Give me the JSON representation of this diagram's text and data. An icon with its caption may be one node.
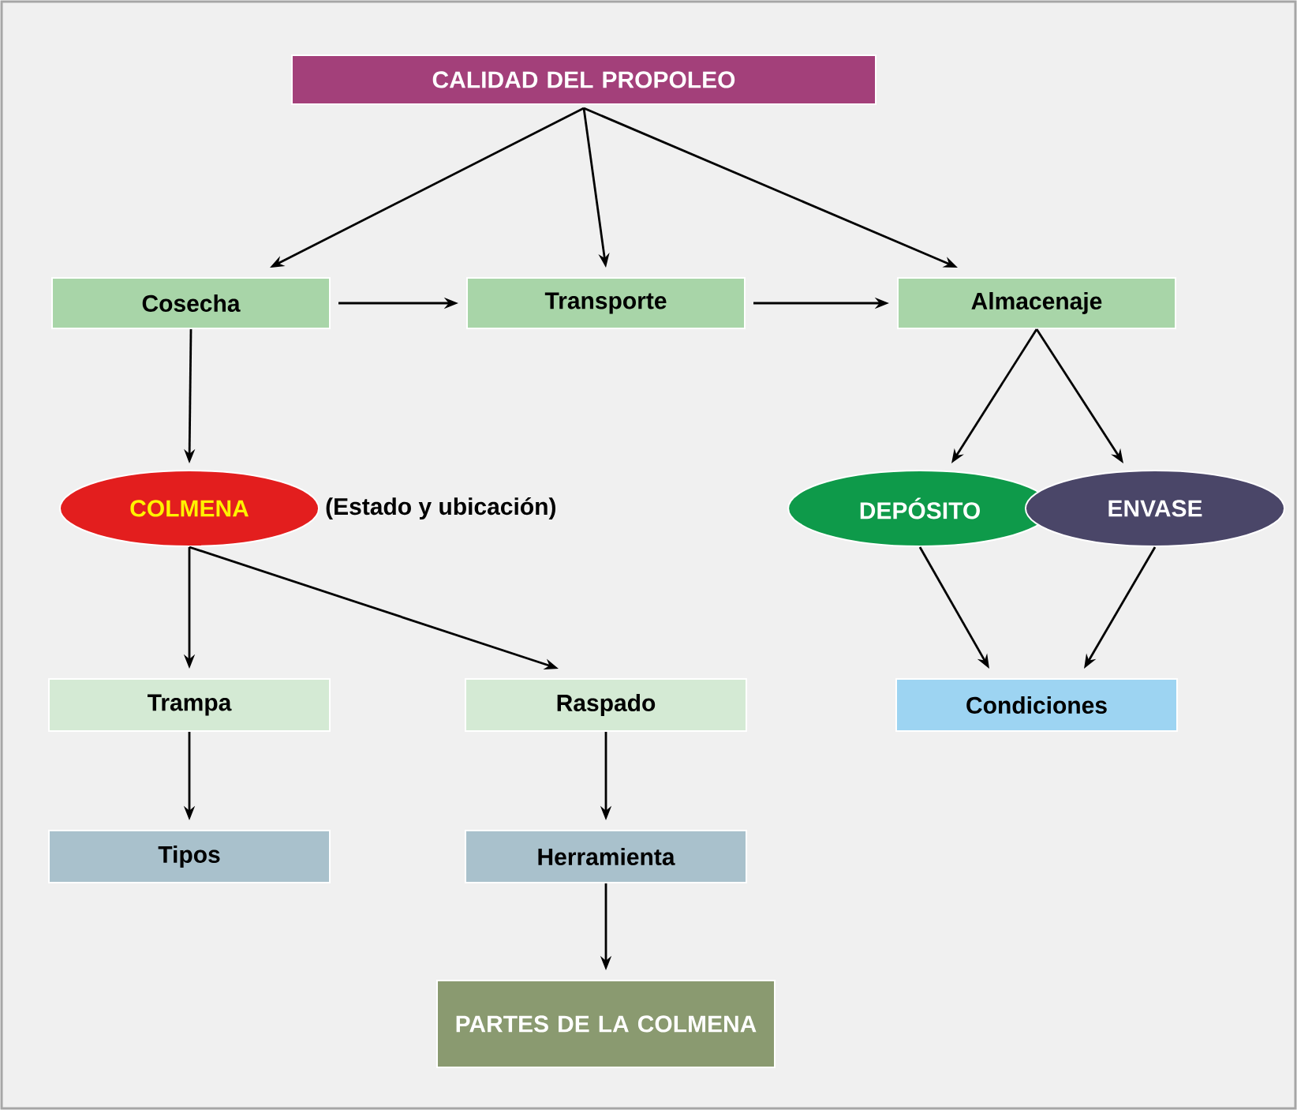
{
  "diagram": {
    "nodes": [
      {
        "text": [
          "CALIDAD DEL PROPOLEO"
        ]
      },
      {
        "text": [
          "Cosecha"
        ]
      },
      {
        "text": [
          "Transporte"
        ]
      },
      {
        "text": [
          "Almacenaje"
        ]
      },
      {
        "text": [
          "COLMENA"
        ],
        "beside": [
          "(Estado y ubicación)"
        ]
      },
      {
        "text": [
          "DEPÓSITO"
        ]
      },
      {
        "text": [
          "ENVASE"
        ]
      },
      {
        "text": [
          "Trampa"
        ]
      },
      {
        "text": [
          "Raspado"
        ]
      },
      {
        "text": [
          "Condiciones"
        ]
      },
      {
        "text": [
          "Tipos"
        ]
      },
      {
        "text": [
          "Herramienta"
        ]
      },
      {
        "text": [
          "PARTES DE LA COLMENA"
        ]
      }
    ],
    "edges": [
      {
        "from": 0,
        "to": 1,
        "arrow": "to"
      },
      {
        "from": 0,
        "to": 2,
        "arrow": "to"
      },
      {
        "from": 0,
        "to": 3,
        "arrow": "to"
      },
      {
        "from": 1,
        "to": 2,
        "arrow": "to"
      },
      {
        "from": 2,
        "to": 3,
        "arrow": "to"
      },
      {
        "from": 1,
        "to": 4,
        "arrow": "to"
      },
      {
        "from": 3,
        "to": 5,
        "arrow": "to"
      },
      {
        "from": 3,
        "to": 6,
        "arrow": "to"
      },
      {
        "from": 4,
        "to": 7,
        "arrow": "to"
      },
      {
        "from": 4,
        "to": 8,
        "arrow": "to"
      },
      {
        "from": 5,
        "to": 9,
        "arrow": "to"
      },
      {
        "from": 6,
        "to": 9,
        "arrow": "to"
      },
      {
        "from": 7,
        "to": 10,
        "arrow": "to"
      },
      {
        "from": 8,
        "to": 11,
        "arrow": "to"
      },
      {
        "from": 11,
        "to": 12,
        "arrow": "to"
      }
    ]
  }
}
